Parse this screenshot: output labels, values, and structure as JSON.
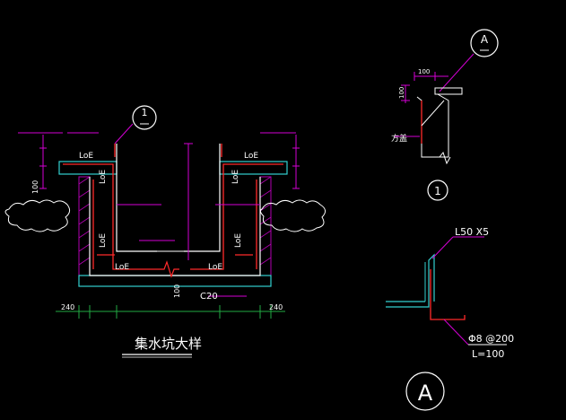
{
  "labels": {
    "title": "集水坑大样",
    "section_ref_number": "1",
    "detail_ref_letter": "A",
    "detail_ref_number_small": "1",
    "loe_text": "LoE",
    "angle_spec": "L50 X5",
    "rebar_spec": "Φ8 @200",
    "rebar_length": "L=100",
    "concrete_note": "C20",
    "dim_240_left": "240",
    "dim_240_right": "240",
    "dim_100_top": "100",
    "dim_100_side": "100",
    "dim_100_left": "100",
    "dim_100_bottom": "100",
    "cover_plate": "方盖"
  },
  "colors": {
    "background": "#000000",
    "outline_white": "#ffffff",
    "rebar_red": "#ff2a2a",
    "leader_magenta": "#d400d4",
    "concrete_cyan": "#33d0d0",
    "dim_green": "#22aa44",
    "hatch_magenta": "#b100b1"
  }
}
